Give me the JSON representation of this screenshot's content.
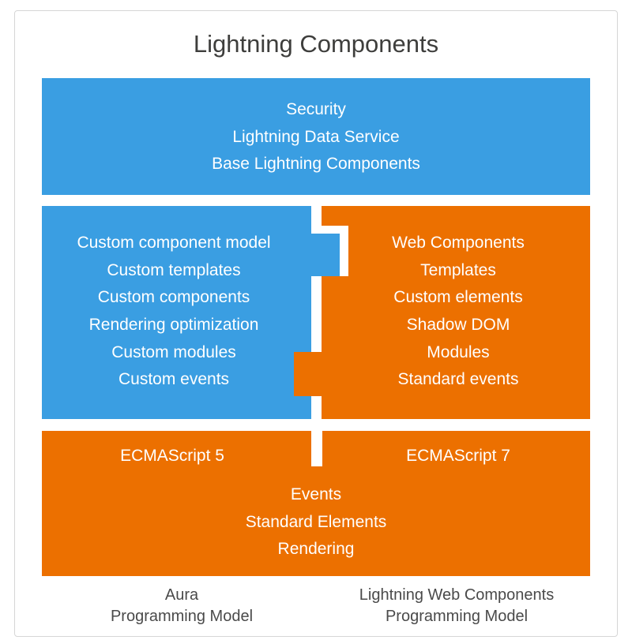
{
  "title": "Lightning Components",
  "colors": {
    "blue": "#3a9ee2",
    "orange": "#ec7000",
    "text_dark": "#3e3e3c",
    "border": "#d6d6d6"
  },
  "platform_layer": {
    "items": [
      "Security",
      "Lightning Data Service",
      "Base Lightning Components"
    ]
  },
  "aura_layer": {
    "items": [
      "Custom component model",
      "Custom templates",
      "Custom components",
      "Rendering optimization",
      "Custom modules",
      "Custom events"
    ]
  },
  "lwc_layer": {
    "items": [
      "Web Components",
      "Templates",
      "Custom elements",
      "Shadow DOM",
      "Modules",
      "Standard events"
    ]
  },
  "language_layer": {
    "aura_language": "ECMAScript 5",
    "lwc_language": "ECMAScript 7",
    "items": [
      "Events",
      "Standard Elements",
      "Rendering"
    ]
  },
  "footer": {
    "aura": [
      "Aura",
      "Programming Model"
    ],
    "lwc": [
      "Lightning Web Components",
      "Programming Model"
    ]
  }
}
